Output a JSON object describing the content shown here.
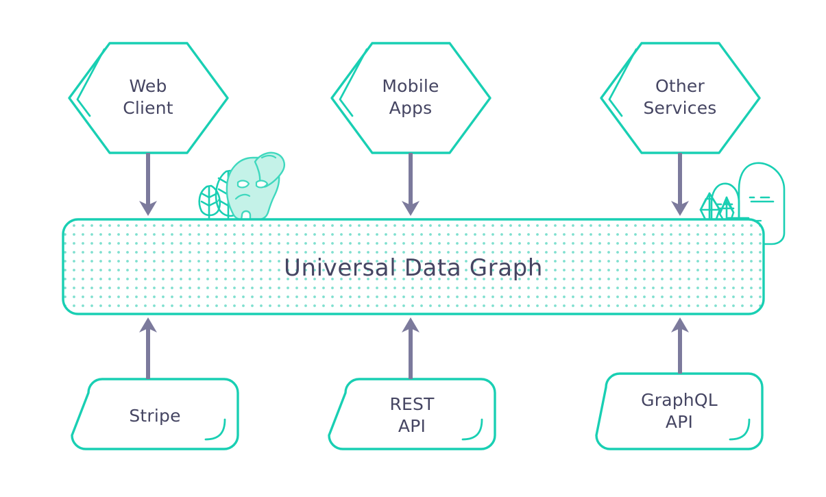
{
  "diagram": {
    "title": "Universal Data Graph",
    "background_color": "#ffffff",
    "palette": {
      "teal": "#19CFB3",
      "teal_dark": "#11C2A8",
      "dot_mint": "#7FDFCF",
      "creature_fill": "#C4F2E8",
      "text_dark": "#454562",
      "arrow_purple": "#7C7A9C"
    }
  },
  "clients": [
    {
      "id": "web-client",
      "label": "Web\nClient",
      "shape": "hexagon"
    },
    {
      "id": "mobile-apps",
      "label": "Mobile\nApps",
      "shape": "hexagon"
    },
    {
      "id": "other-services",
      "label": "Other\nServices",
      "shape": "hexagon"
    }
  ],
  "graph": {
    "label": "Universal Data Graph",
    "shape": "rounded-dotted-bar"
  },
  "sources": [
    {
      "id": "stripe",
      "label": "Stripe",
      "shape": "skewed-card"
    },
    {
      "id": "rest-api",
      "label": "REST\nAPI",
      "shape": "skewed-card"
    },
    {
      "id": "graphql-api",
      "label": "GraphQL\nAPI",
      "shape": "skewed-card"
    }
  ],
  "connectors": [
    {
      "id": "web-client-to-graph",
      "from": "web-client",
      "to": "graph",
      "direction": "down"
    },
    {
      "id": "mobile-apps-to-graph",
      "from": "mobile-apps",
      "to": "graph",
      "direction": "down"
    },
    {
      "id": "other-services-to-graph",
      "from": "other-services",
      "to": "graph",
      "direction": "down"
    },
    {
      "id": "stripe-to-graph",
      "from": "stripe",
      "to": "graph",
      "direction": "up"
    },
    {
      "id": "rest-api-to-graph",
      "from": "rest-api",
      "to": "graph",
      "direction": "up"
    },
    {
      "id": "graphql-api-to-graph",
      "from": "graphql-api",
      "to": "graph",
      "direction": "up"
    }
  ],
  "decorations": [
    {
      "id": "creature",
      "name": "mascot-bird",
      "side": "left"
    },
    {
      "id": "trees",
      "name": "trees",
      "side": "left"
    },
    {
      "id": "cacti",
      "name": "cacti",
      "side": "right"
    },
    {
      "id": "crystals",
      "name": "crystals",
      "side": "right"
    }
  ]
}
